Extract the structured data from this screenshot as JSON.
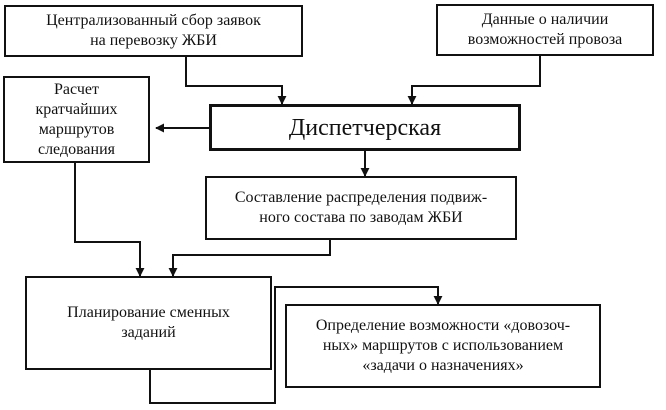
{
  "diagram": {
    "nodes": {
      "centralized_collection": "Централизованный сбор заявок\nна перевозку ЖБИ",
      "transport_capacity": "Данные о наличии\nвозможностей провоза",
      "shortest_routes": "Расчет\nкратчайших\nмаршрутов\nследования",
      "dispatch": "Диспетчерская",
      "fleet_distribution": "Составление распределения подвиж-\nного состава по заводам ЖБИ",
      "shift_planning": "Планирование сменных\nзаданий",
      "delivery_routes": "Определение возможности «довозоч-\nных» маршрутов с использованием\n«задачи о назначениях»"
    }
  }
}
